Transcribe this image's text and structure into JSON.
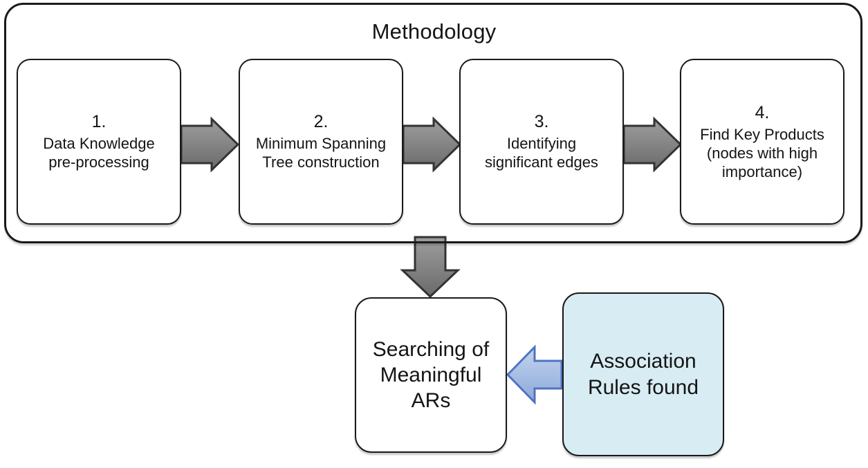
{
  "diagram": {
    "title": "Methodology",
    "steps": [
      {
        "number": "1.",
        "lines": [
          "Data Knowledge",
          "pre-processing"
        ]
      },
      {
        "number": "2.",
        "lines": [
          "Minimum Spanning",
          "Tree construction"
        ]
      },
      {
        "number": "3.",
        "lines": [
          "Identifying",
          "significant edges"
        ]
      },
      {
        "number": "4.",
        "lines": [
          "Find Key Products",
          "(nodes with high",
          "importance)"
        ]
      }
    ],
    "result_box": {
      "lines": [
        "Searching of",
        "Meaningful",
        "ARs"
      ]
    },
    "source_box": {
      "lines": [
        "Association",
        "Rules found"
      ]
    },
    "icons": {
      "step_connectors": "right-arrow-icon",
      "container_to_result": "down-arrow-icon",
      "source_to_result": "left-arrow-icon"
    },
    "colors": {
      "background": "#ffffff",
      "box_fill": "#ffffff",
      "box_border": "#1a1a1a",
      "text": "#141414",
      "gray_arrow_fill": "#808080",
      "gray_arrow_border": "#333333",
      "blue_arrow_fill": "#a9c2e6",
      "blue_arrow_border": "#4f74c0",
      "source_box_fill": "#d8ecf3"
    }
  }
}
